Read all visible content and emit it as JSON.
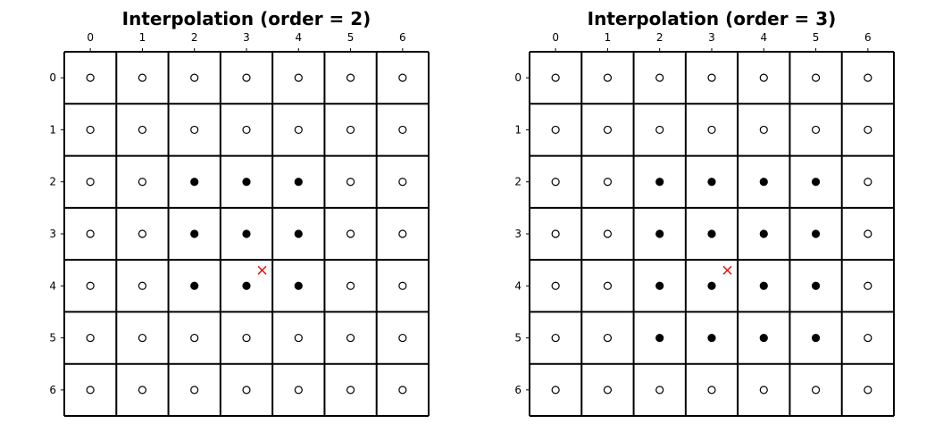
{
  "chart_data": [
    {
      "type": "scatter",
      "title": "Interpolation (order = 2)",
      "x_ticks": [
        "0",
        "1",
        "2",
        "3",
        "4",
        "5",
        "6"
      ],
      "y_ticks": [
        "0",
        "1",
        "2",
        "3",
        "4",
        "5",
        "6"
      ],
      "xlim": [
        -0.5,
        6.5
      ],
      "ylim": [
        6.5,
        -0.5
      ],
      "x_axis_position": "top",
      "y_inverted": true,
      "grid": true,
      "series": [
        {
          "marker": "open-circle",
          "color": "#000000",
          "points": "all-grid-points-not-filled"
        },
        {
          "marker": "filled-circle",
          "color": "#000000",
          "points": [
            [
              2,
              2
            ],
            [
              3,
              2
            ],
            [
              4,
              2
            ],
            [
              2,
              3
            ],
            [
              3,
              3
            ],
            [
              4,
              3
            ],
            [
              2,
              4
            ],
            [
              3,
              4
            ],
            [
              4,
              4
            ]
          ]
        },
        {
          "marker": "cross",
          "color": "#e31a1c",
          "points": [
            [
              3.3,
              3.7
            ]
          ]
        }
      ]
    },
    {
      "type": "scatter",
      "title": "Interpolation (order = 3)",
      "x_ticks": [
        "0",
        "1",
        "2",
        "3",
        "4",
        "5",
        "6"
      ],
      "y_ticks": [
        "0",
        "1",
        "2",
        "3",
        "4",
        "5",
        "6"
      ],
      "xlim": [
        -0.5,
        6.5
      ],
      "ylim": [
        6.5,
        -0.5
      ],
      "x_axis_position": "top",
      "y_inverted": true,
      "grid": true,
      "series": [
        {
          "marker": "open-circle",
          "color": "#000000",
          "points": "all-grid-points-not-filled"
        },
        {
          "marker": "filled-circle",
          "color": "#000000",
          "points": [
            [
              2,
              2
            ],
            [
              3,
              2
            ],
            [
              4,
              2
            ],
            [
              5,
              2
            ],
            [
              2,
              3
            ],
            [
              3,
              3
            ],
            [
              4,
              3
            ],
            [
              5,
              3
            ],
            [
              2,
              4
            ],
            [
              3,
              4
            ],
            [
              4,
              4
            ],
            [
              5,
              4
            ],
            [
              2,
              5
            ],
            [
              3,
              5
            ],
            [
              4,
              5
            ],
            [
              5,
              5
            ]
          ]
        },
        {
          "marker": "cross",
          "color": "#e31a1c",
          "points": [
            [
              3.3,
              3.7
            ]
          ]
        }
      ]
    }
  ]
}
